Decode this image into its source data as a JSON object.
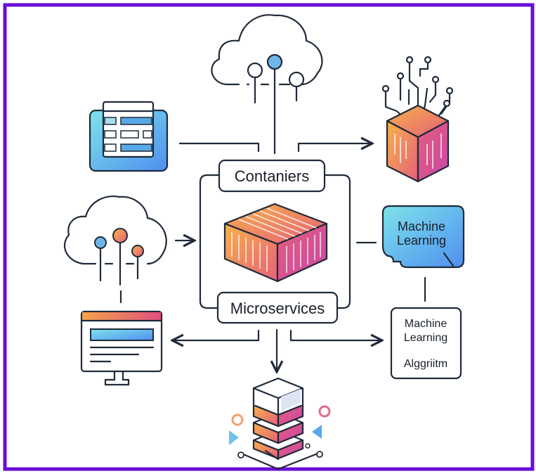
{
  "labels": {
    "containers": "Contaniers",
    "microservices": "Microservices",
    "ml_box_line1": "Machine",
    "ml_box_line2": "Learning",
    "ml_algo_line1": "Machine",
    "ml_algo_line2": "Learning",
    "ml_algo_line3": "Alggriitm"
  },
  "colors": {
    "frame": "#6a0dd6",
    "stroke": "#1f2a3a",
    "blue_start": "#7de3ea",
    "blue_end": "#4f8ff0",
    "orange": "#f6a24a",
    "pink": "#d9479a"
  },
  "icons": [
    "cloud-icon",
    "document-icon",
    "cube-icon",
    "container-icon",
    "cloud-network-icon",
    "monitor-icon",
    "server-stack-icon"
  ]
}
